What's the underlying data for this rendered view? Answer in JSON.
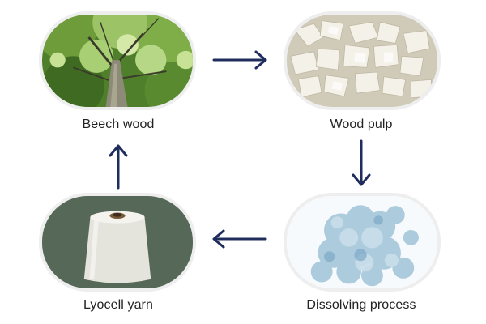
{
  "steps": [
    {
      "label": "Beech wood",
      "image": "beech-tree-canopy"
    },
    {
      "label": "Wood pulp",
      "image": "wood-pulp-flakes"
    },
    {
      "label": "Dissolving process",
      "image": "blue-dissolving-cloud"
    },
    {
      "label": "Lyocell yarn",
      "image": "yarn-cone"
    }
  ],
  "colors": {
    "arrow": "#1f2d5c",
    "label": "#222222",
    "pill_border": "#eeeeee"
  },
  "arrows": [
    {
      "from": "Beech wood",
      "to": "Wood pulp",
      "direction": "right"
    },
    {
      "from": "Wood pulp",
      "to": "Dissolving process",
      "direction": "down"
    },
    {
      "from": "Dissolving process",
      "to": "Lyocell yarn",
      "direction": "left"
    },
    {
      "from": "Lyocell yarn",
      "to": "Beech wood",
      "direction": "up"
    }
  ]
}
